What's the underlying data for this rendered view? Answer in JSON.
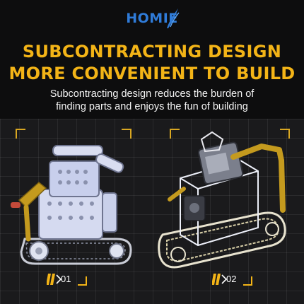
{
  "brand": {
    "name": "HOMIE"
  },
  "headline": {
    "line1": "SUBCONTRACTING DESIGN",
    "line2": "MORE CONVENIENT TO BUILD"
  },
  "subtitle": {
    "line1": "Subcontracting design reduces the burden of",
    "line2": "finding parts and enjoys the fun of building"
  },
  "steps": [
    {
      "label": "01"
    },
    {
      "label": "02"
    }
  ],
  "colors": {
    "accent": "#f3b417",
    "brand_blue": "#2f7bd8",
    "background": "#0d0d0e"
  }
}
